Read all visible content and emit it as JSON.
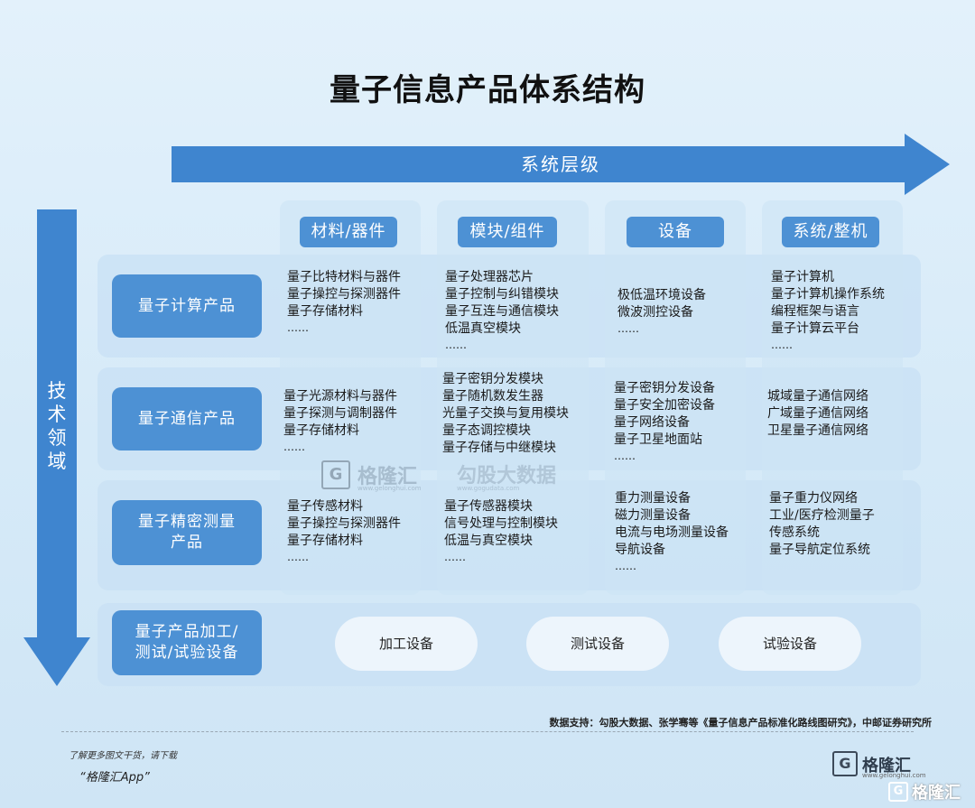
{
  "title": "量子信息产品体系结构",
  "colors": {
    "accent": "#4d91d4",
    "arrow": "#3f85cf",
    "background": "#dcedf9"
  },
  "x_axis_label": "系统层级",
  "y_axis_label": [
    "技",
    "术",
    "领",
    "域"
  ],
  "columns": [
    "材料/器件",
    "模块/组件",
    "设备",
    "系统/整机"
  ],
  "rows": [
    {
      "label": [
        "量子计算产品"
      ],
      "cells": [
        [
          "量子比特材料与器件",
          "量子操控与探测器件",
          "量子存储材料",
          "……"
        ],
        [
          "量子处理器芯片",
          "量子控制与纠错模块",
          "量子互连与通信模块",
          "低温真空模块",
          "……"
        ],
        [
          "极低温环境设备",
          "微波测控设备",
          "……"
        ],
        [
          "量子计算机",
          "量子计算机操作系统",
          "编程框架与语言",
          "量子计算云平台",
          "……"
        ]
      ]
    },
    {
      "label": [
        "量子通信产品"
      ],
      "cells": [
        [
          "量子光源材料与器件",
          "量子探测与调制器件",
          "量子存储材料",
          "……"
        ],
        [
          "量子密钥分发模块",
          "量子随机数发生器",
          "光量子交换与复用模块",
          "量子态调控模块",
          "量子存储与中继模块"
        ],
        [
          "量子密钥分发设备",
          "量子安全加密设备",
          "量子网络设备",
          "量子卫星地面站",
          "……"
        ],
        [
          "城域量子通信网络",
          "广域量子通信网络",
          "卫星量子通信网络"
        ]
      ]
    },
    {
      "label": [
        "量子精密测量",
        "产品"
      ],
      "cells": [
        [
          "量子传感材料",
          "量子操控与探测器件",
          "量子存储材料",
          "……"
        ],
        [
          "量子传感器模块",
          "信号处理与控制模块",
          "低温与真空模块",
          "……"
        ],
        [
          "重力测量设备",
          "磁力测量设备",
          "电流与电场测量设备",
          "导航设备",
          "……"
        ],
        [
          "量子重力仪网络",
          "工业/医疗检测量子",
          "传感系统",
          "量子导航定位系统"
        ]
      ]
    }
  ],
  "bottom_row": {
    "label": [
      "量子产品加工/",
      "测试/试验设备"
    ],
    "items": [
      "加工设备",
      "测试设备",
      "试验设备"
    ]
  },
  "source": "数据支持：勾股大数据、张学骞等《量子信息产品标准化路线图研究》，中邮证券研究所",
  "download_text": "了解更多图文干货，请下载",
  "app_name": "“格隆汇App”",
  "logo": {
    "name": "格隆汇",
    "sub": "www.gelonghui.com",
    "icon": "G-logo-icon"
  },
  "watermark": {
    "brand": "格隆汇",
    "brand_sub": "www.gelonghui.com",
    "partner": "勾股大数据",
    "partner_sub": "www.gogudata.com"
  }
}
